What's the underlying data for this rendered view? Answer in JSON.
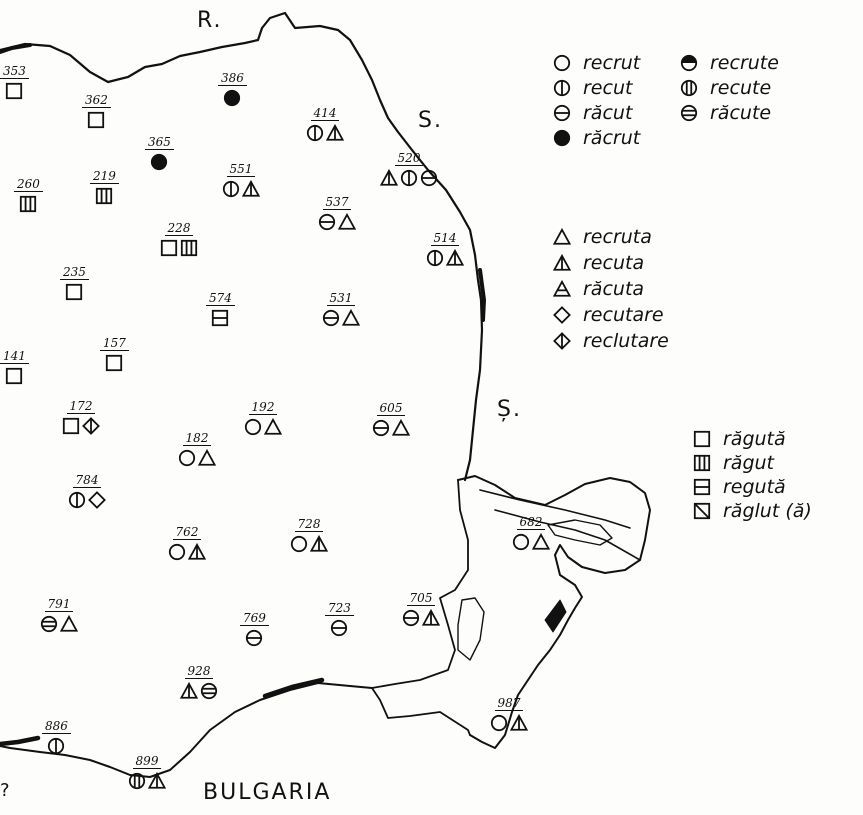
{
  "labels": {
    "top": "R.",
    "sea1": "S.",
    "sea2": "Ș.",
    "bottom": "BULGARIA",
    "edge": "?"
  },
  "legend": {
    "col1": [
      {
        "sym": "open-circle",
        "text": "recrut"
      },
      {
        "sym": "vbar-circle",
        "text": "recut"
      },
      {
        "sym": "hbar-circle",
        "text": "răcut"
      },
      {
        "sym": "filled-circle",
        "text": "răcrut"
      }
    ],
    "col2": [
      {
        "sym": "half-circle",
        "text": "recrute"
      },
      {
        "sym": "double-vbar-circle",
        "text": "recute"
      },
      {
        "sym": "double-hbar-circle",
        "text": "răcute"
      }
    ],
    "triangles": [
      {
        "sym": "open-triangle",
        "text": "recruta"
      },
      {
        "sym": "bar-triangle",
        "text": "recuta"
      },
      {
        "sym": "hbar-triangle",
        "text": "răcuta"
      },
      {
        "sym": "open-diamond",
        "text": "recutare"
      },
      {
        "sym": "bar-diamond",
        "text": "reclutare"
      }
    ],
    "squares": [
      {
        "sym": "open-square",
        "text": "răgută"
      },
      {
        "sym": "vbar-square",
        "text": "răgut"
      },
      {
        "sym": "hbar-square",
        "text": "regută"
      },
      {
        "sym": "diag-square",
        "text": "răglut (ă)"
      }
    ]
  },
  "points": [
    {
      "num": "353",
      "syms": [
        "open-square"
      ]
    },
    {
      "num": "362",
      "syms": [
        "open-square"
      ]
    },
    {
      "num": "386",
      "syms": [
        "filled-circle"
      ]
    },
    {
      "num": "414",
      "syms": [
        "vbar-circle",
        "bar-triangle"
      ]
    },
    {
      "num": "365",
      "syms": [
        "filled-circle"
      ]
    },
    {
      "num": "260",
      "syms": [
        "vbar-square"
      ]
    },
    {
      "num": "219",
      "syms": [
        "vbar-square"
      ]
    },
    {
      "num": "551",
      "syms": [
        "vbar-circle",
        "bar-triangle"
      ]
    },
    {
      "num": "520",
      "syms": [
        "bar-triangle",
        "vbar-circle",
        "hbar-circle"
      ]
    },
    {
      "num": "537",
      "syms": [
        "hbar-circle",
        "open-triangle"
      ]
    },
    {
      "num": "228",
      "syms": [
        "open-square",
        "vbar-square"
      ]
    },
    {
      "num": "514",
      "syms": [
        "vbar-circle",
        "bar-triangle"
      ]
    },
    {
      "num": "235",
      "syms": [
        "open-square"
      ]
    },
    {
      "num": "574",
      "syms": [
        "hbar-square"
      ]
    },
    {
      "num": "531",
      "syms": [
        "hbar-circle",
        "open-triangle"
      ]
    },
    {
      "num": "141",
      "syms": [
        "open-square"
      ]
    },
    {
      "num": "157",
      "syms": [
        "open-square"
      ]
    },
    {
      "num": "172",
      "syms": [
        "open-square",
        "bar-diamond"
      ]
    },
    {
      "num": "192",
      "syms": [
        "open-circle",
        "open-triangle"
      ]
    },
    {
      "num": "605",
      "syms": [
        "hbar-circle",
        "open-triangle"
      ]
    },
    {
      "num": "182",
      "syms": [
        "open-circle",
        "open-triangle"
      ]
    },
    {
      "num": "784",
      "syms": [
        "vbar-circle",
        "open-diamond"
      ]
    },
    {
      "num": "762",
      "syms": [
        "open-circle",
        "bar-triangle"
      ]
    },
    {
      "num": "728",
      "syms": [
        "open-circle",
        "bar-triangle"
      ]
    },
    {
      "num": "682",
      "syms": [
        "open-circle",
        "open-triangle"
      ]
    },
    {
      "num": "791",
      "syms": [
        "double-hbar-circle",
        "open-triangle"
      ]
    },
    {
      "num": "769",
      "syms": [
        "hbar-circle"
      ]
    },
    {
      "num": "723",
      "syms": [
        "hbar-circle"
      ]
    },
    {
      "num": "705",
      "syms": [
        "hbar-circle",
        "bar-triangle"
      ]
    },
    {
      "num": "928",
      "syms": [
        "bar-triangle",
        "double-hbar-circle"
      ]
    },
    {
      "num": "987",
      "syms": [
        "open-circle",
        "bar-triangle"
      ]
    },
    {
      "num": "886",
      "syms": [
        "vbar-circle"
      ]
    },
    {
      "num": "899",
      "syms": [
        "double-vbar-circle",
        "bar-triangle"
      ]
    }
  ]
}
